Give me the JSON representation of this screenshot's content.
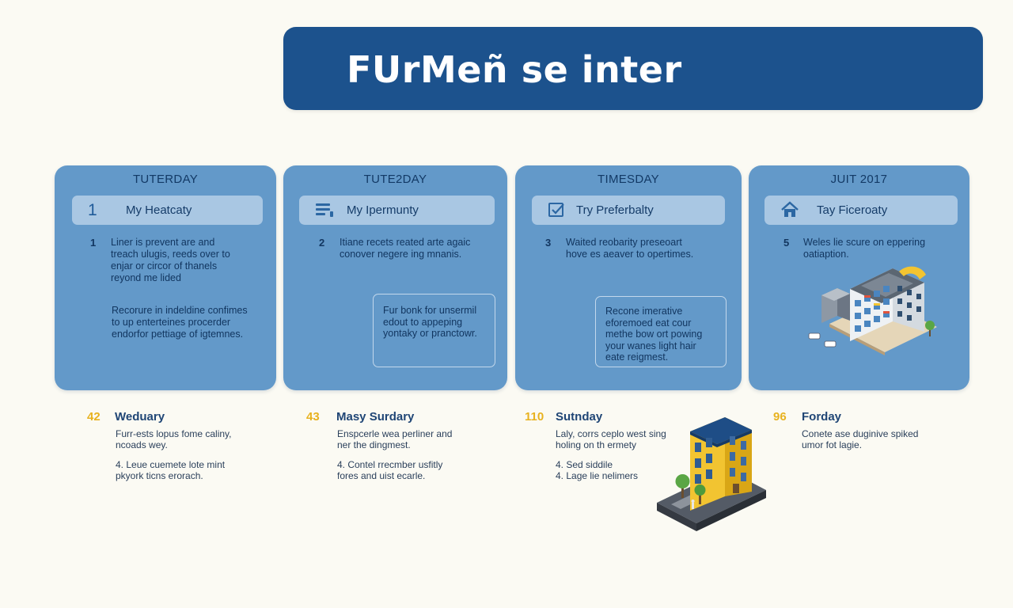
{
  "header": {
    "title": "FUrMeñ se inter"
  },
  "cards": [
    {
      "title": "TUTERDAY",
      "pill": {
        "icon": "number-one-icon",
        "icon_text": "1",
        "label": "My Heatcaty"
      },
      "step": {
        "num": "1",
        "text": "Liner is prevent are and treach ulugis, reeds over to enjar or circor of thanels reyond me lided"
      },
      "para": "Recorure in indeldine confimes to up enterteines procerder endorfor pettiage of igtemnes."
    },
    {
      "title": "TUTE2DAY",
      "pill": {
        "icon": "list-icon",
        "label": "My Ipermunty"
      },
      "step": {
        "num": "2",
        "text": "Itiane recets reated arte agaic conover negere ing mnanis."
      },
      "note": "Fur bonk for unsermil edout to appeping yontaky or pranctowr."
    },
    {
      "title": "TIMESDAY",
      "pill": {
        "icon": "checkbox-icon",
        "label": "Try Preferbalty"
      },
      "step": {
        "num": "3",
        "text": "Waited reobarity preseoart hove es aeaver to opertimes."
      },
      "note": "Recone imerative eforemoed eat cour methe bow ort powing your wanes light hair eate reigmest."
    },
    {
      "title": "JUIT 2017",
      "pill": {
        "icon": "home-icon",
        "label": "Tay Ficeroaty"
      },
      "step": {
        "num": "5",
        "text": "Weles lie scure on eppering oatiaption."
      }
    }
  ],
  "bottom": [
    {
      "num": "42",
      "title": "Weduary",
      "lines": [
        "Furr-ests lopus fome caliny,",
        "ncoads wey.",
        "4. Leue cuemete lote mint",
        "pkyork ticns erorach."
      ]
    },
    {
      "num": "43",
      "title": "Masy Surdary",
      "lines": [
        "Enspcerle wea perliner and",
        "ner the dingmest.",
        "4. Contel rrecmber usfitly",
        "fores and uist ecarle."
      ]
    },
    {
      "num": "110",
      "title": "Sutnday",
      "lines": [
        "Laly, corrs ceplo west sing",
        "holing on th ermety",
        "4. Sed siddile",
        "4. Lage lie nelimers"
      ]
    },
    {
      "num": "96",
      "title": "Forday",
      "lines": [
        "Conete ase duginive spiked",
        "umor fot lagie."
      ]
    }
  ],
  "colors": {
    "background": "#fbfaf3",
    "banner": "#1c528d",
    "card": "#6399c9",
    "pill": "#a9c7e3",
    "accent_number": "#e8b21f",
    "building_yellow": "#f2c431"
  }
}
